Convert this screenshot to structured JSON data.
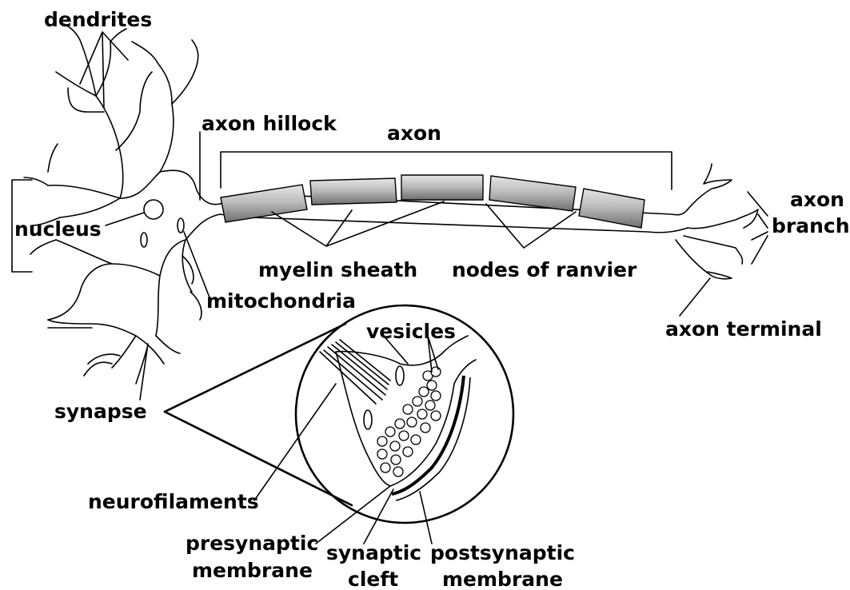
{
  "labels": {
    "dendrites": "dendrites",
    "axon_hillock": "axon hillock",
    "axon": "axon",
    "axonal_branches_line1": "axon",
    "axonal_branches_line2": "branch",
    "nucleus": "nucleus",
    "myelin_sheath": "myelin sheath",
    "nodes_of_ranvier": "nodes of ranvier",
    "mitochondria": "mitochondria",
    "axon_terminal": "axon terminal",
    "vesicles": "vesicles",
    "synapse": "synapse",
    "neurofilaments": "neurofilaments",
    "presynaptic_membrane_line1": "presynaptic",
    "presynaptic_membrane_line2": "membrane",
    "synaptic_cleft_line1": "synaptic",
    "synaptic_cleft_line2": "cleft",
    "postsynaptic_membrane_line1": "postsynaptic",
    "postsynaptic_membrane_line2": "membrane"
  },
  "colors": {
    "line": "#000000",
    "myelin_light": "#d8d8d8",
    "myelin_dark": "#7a7a7a",
    "background": "#ffffff"
  }
}
